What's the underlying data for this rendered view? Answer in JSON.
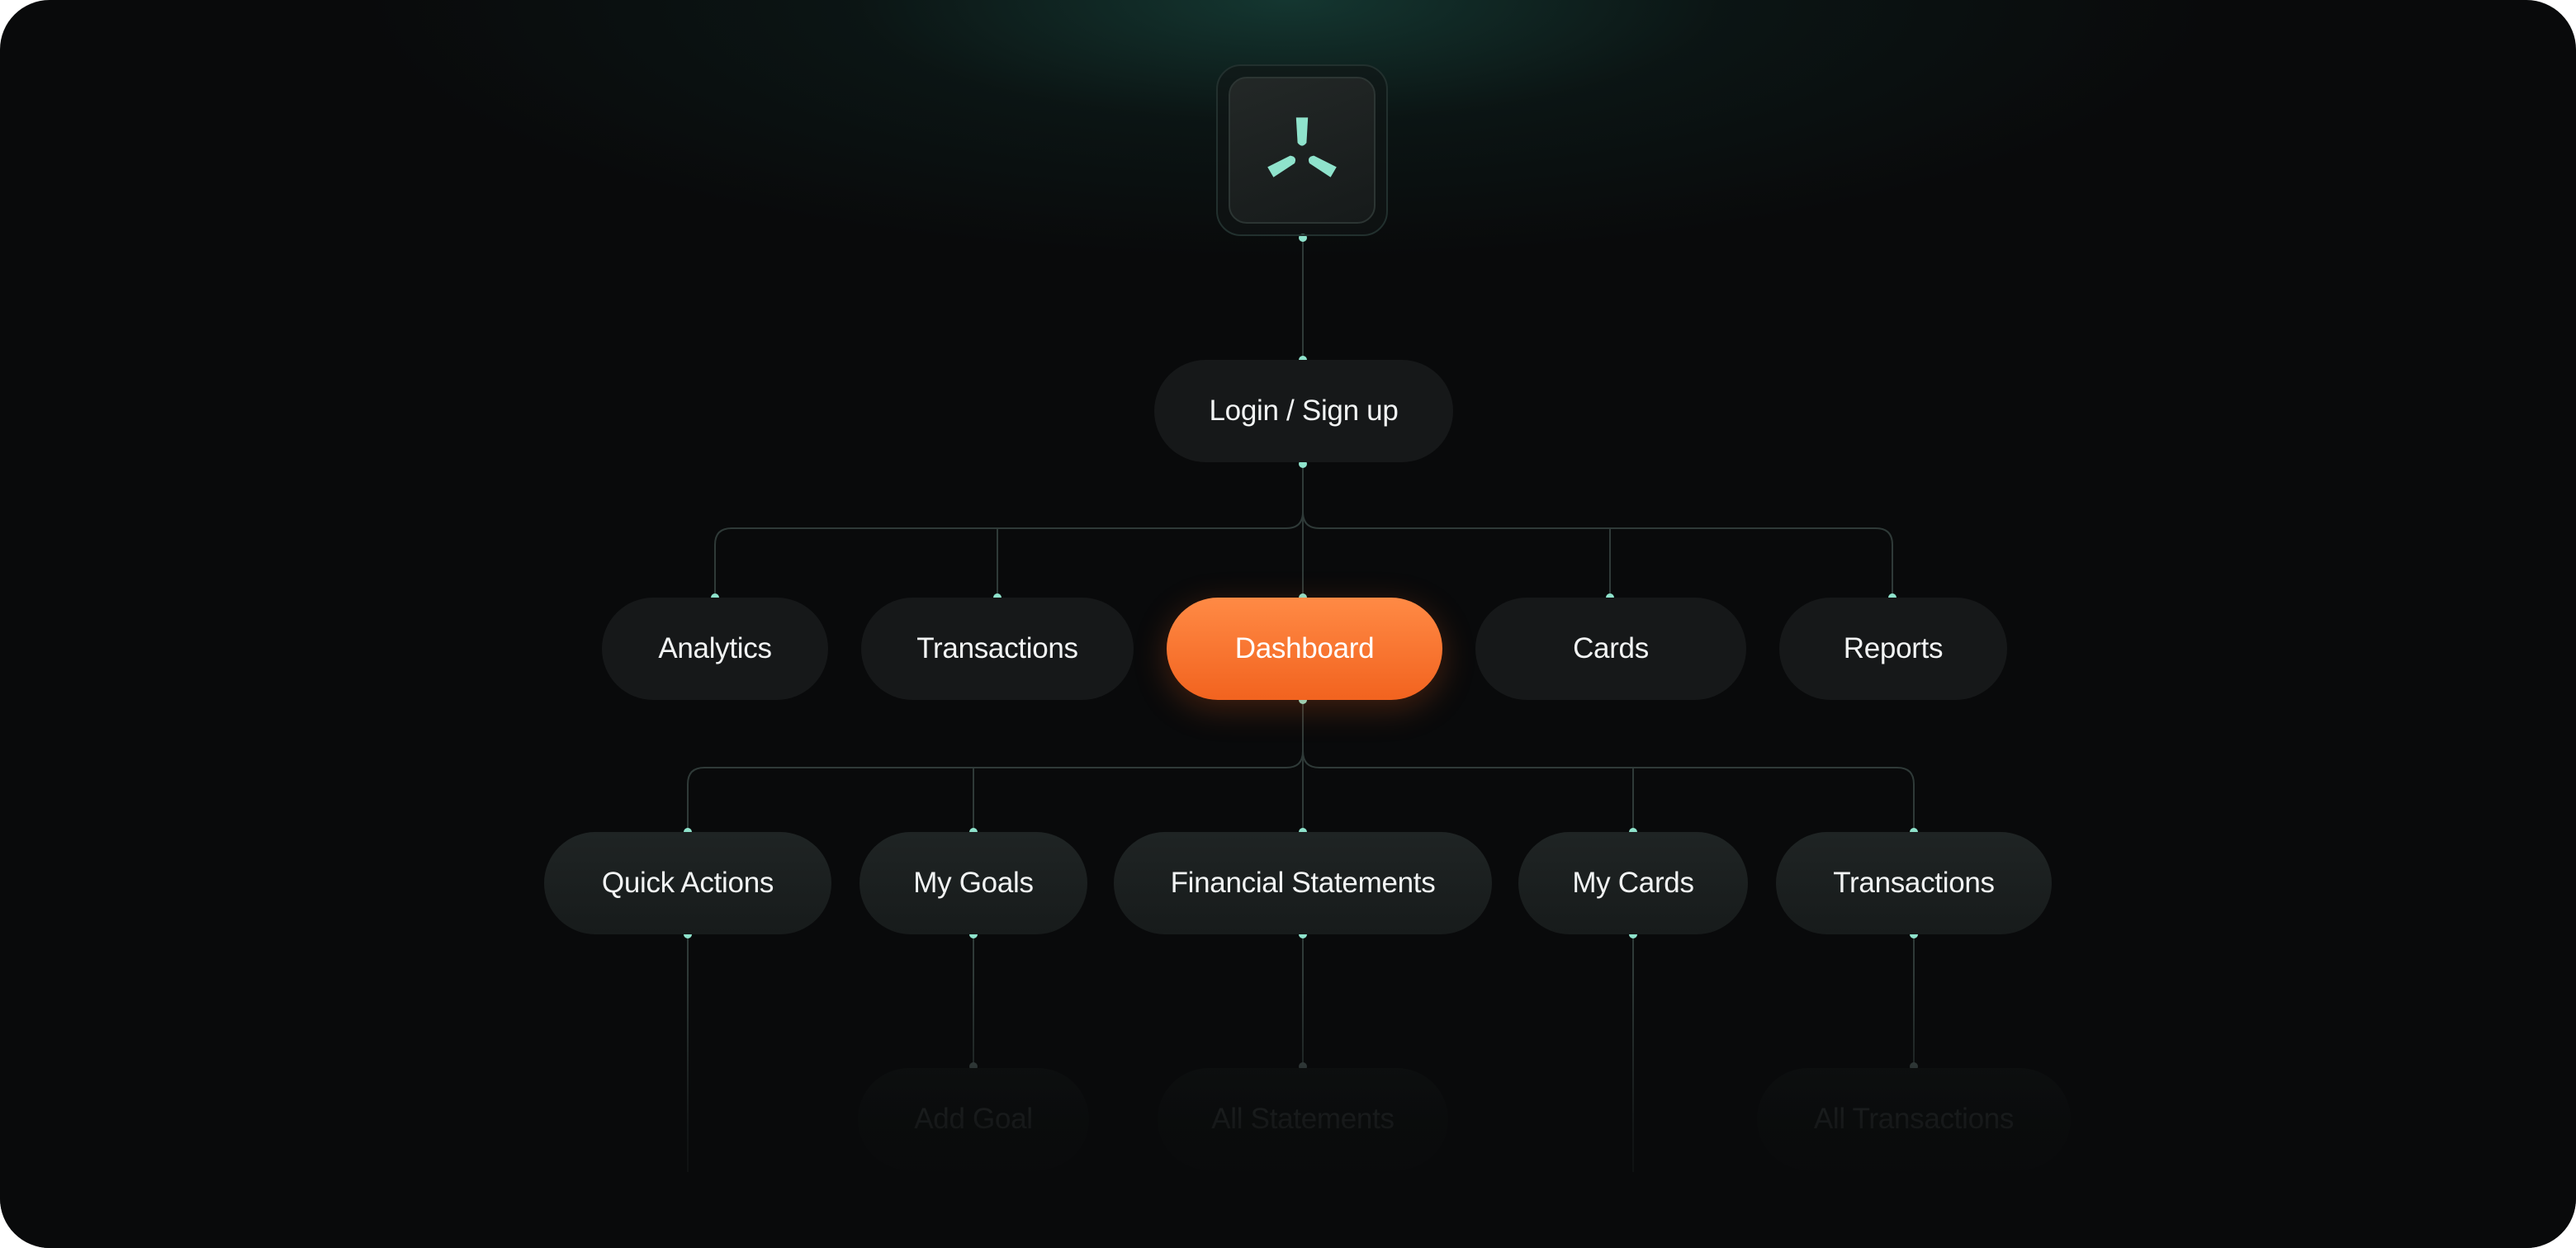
{
  "logo": {
    "icon": "tri-spark-logo-icon",
    "color": "#8fe3cc"
  },
  "nodes": {
    "login": "Login / Sign up",
    "analytics": "Analytics",
    "transactions": "Transactions",
    "dashboard": "Dashboard",
    "cards": "Cards",
    "reports": "Reports",
    "quick_actions": "Quick Actions",
    "my_goals": "My Goals",
    "financial_statements": "Financial Statements",
    "my_cards": "My Cards",
    "dashboard_transactions": "Transactions",
    "add_goal": "Add Goal",
    "all_statements": "All Statements",
    "all_transactions": "All Transactions"
  },
  "colors": {
    "accent": "#f2631f",
    "connector_dot": "#8fe3cc",
    "background": "#090a0b"
  }
}
